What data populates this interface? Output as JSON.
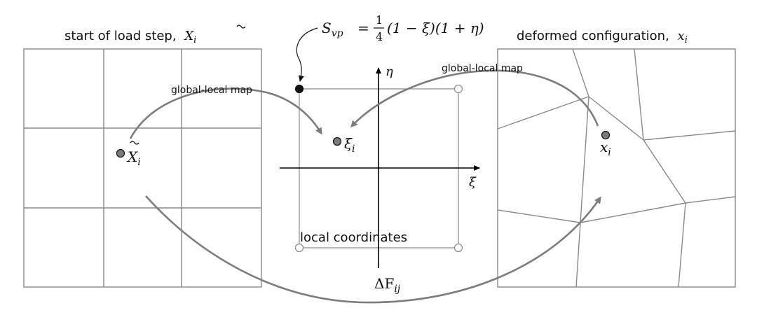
{
  "left_panel": {
    "title": "start of load step,",
    "title_symbol": "X",
    "title_symbol_sub": "i",
    "point_symbol": "X",
    "point_symbol_sub": "i"
  },
  "right_panel": {
    "title": "deformed configuration,",
    "title_symbol": "x",
    "title_symbol_sub": "i",
    "point_symbol": "x",
    "point_symbol_sub": "i"
  },
  "center": {
    "shape_function": {
      "lhs": "S",
      "lhs_sub": "vp",
      "equals": "=",
      "numerator": "1",
      "denominator": "4",
      "rhs": "(1 − ξ)(1 + η)"
    },
    "xi_axis_label": "ξ",
    "eta_axis_label": "η",
    "point_symbol": "ξ",
    "point_symbol_sub": "i",
    "caption": "local coordinates",
    "bottom_label": "ΔF",
    "bottom_label_sub": "ij"
  },
  "arrows": {
    "left_map_label": "global-local map",
    "right_map_label": "global-local map"
  },
  "colors": {
    "point_fill": "#7a7a7a",
    "grid_stroke": "#8a8a8a",
    "arrow_stroke": "#7d7d7d"
  }
}
